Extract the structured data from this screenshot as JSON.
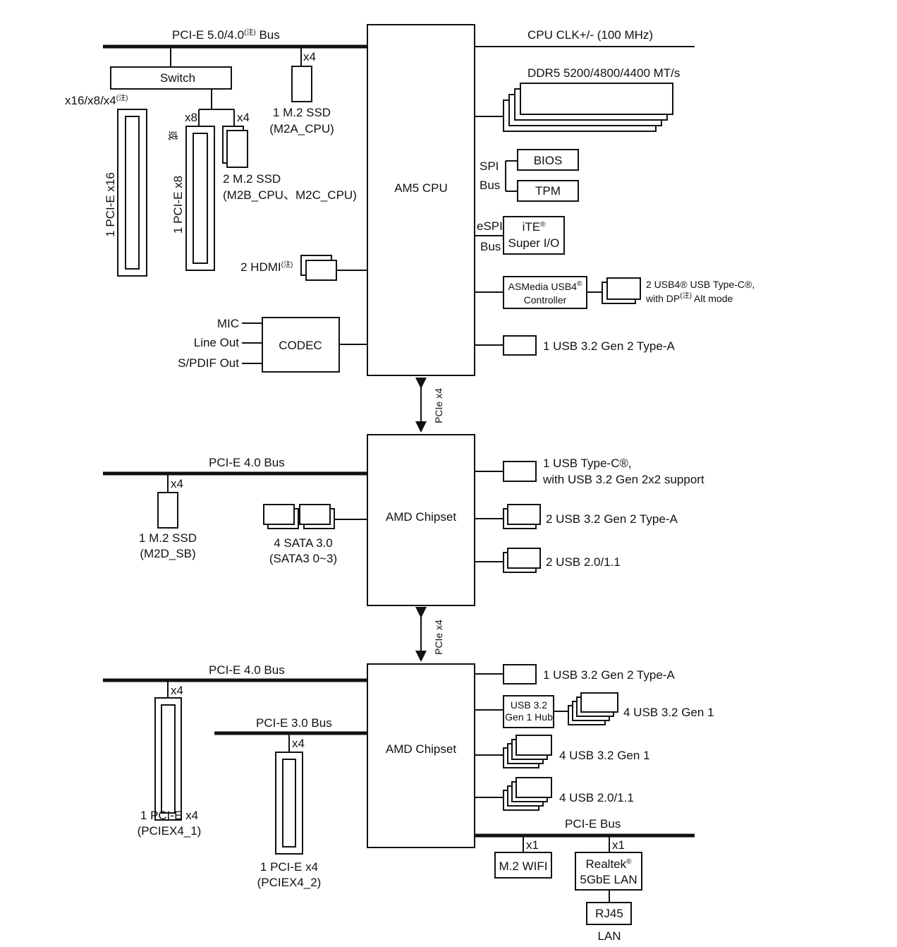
{
  "top": {
    "bus_label": "PCI-E 5.0/4.0",
    "bus_note": "(注)",
    "bus_suffix": " Bus",
    "cpu_clk": "CPU CLK+/- (100 MHz)",
    "ddr5": "DDR5 5200/4800/4400 MT/s",
    "switch": "Switch",
    "x16_label": "x16/x8/x4",
    "x16_note": "(注)",
    "x8": "x8",
    "x4_a": "x4",
    "x4_b": "x4",
    "or_label": "或",
    "pcie_x16": "1 PCI-E x16",
    "pcie_x8": "1 PCI-E x8",
    "m2a_line1": "1 M.2 SSD",
    "m2a_line2": "(M2A_CPU)",
    "m2bc_line1": "2 M.2 SSD",
    "m2bc_line2": "(M2B_CPU、M2C_CPU)",
    "hdmi": "2 HDMI",
    "hdmi_note": "(注)",
    "mic": "MIC",
    "line_out": "Line Out",
    "spdif": "S/PDIF Out",
    "codec": "CODEC",
    "cpu": "AM5 CPU",
    "spi": "SPI",
    "spi_bus": "Bus",
    "bios": "BIOS",
    "tpm": "TPM",
    "espi": "eSPI",
    "espi_bus": "Bus",
    "ite_line1": "iTE",
    "ite_reg": "®",
    "ite_line2": "Super I/O",
    "asm_line1": "ASMedia USB4",
    "asm_reg": "®",
    "asm_line2": "Controller",
    "usb4_line1": "2 USB4® USB Type-C®,",
    "usb4_line2a": "with DP",
    "usb4_note": "(注)",
    "usb4_line2b": " Alt mode",
    "usb32_a": "1 USB 3.2 Gen 2 Type-A"
  },
  "link1": "PCIe x4",
  "mid": {
    "bus": "PCI-E 4.0 Bus",
    "x4": "x4",
    "m2d_line1": "1 M.2 SSD",
    "m2d_line2": "(M2D_SB)",
    "sata_line1": "4 SATA 3.0",
    "sata_line2": "(SATA3 0~3)",
    "chipset": "AMD Chipset",
    "typec_line1": "1 USB Type-C®,",
    "typec_line2": "with USB 3.2 Gen 2x2 support",
    "usb32g2": "2 USB 3.2 Gen 2 Type-A",
    "usb20": "2 USB 2.0/1.1"
  },
  "link2": "PCIe x4",
  "bot": {
    "bus": "PCI-E 4.0 Bus",
    "bus30": "PCI-E 3.0 Bus",
    "x4_a": "x4",
    "x4_b": "x4",
    "pcie1_line1": "1 PCI-E x4",
    "pcie1_line2": "(PCIEX4_1)",
    "pcie2_line1": "1 PCI-E x4",
    "pcie2_line2": "(PCIEX4_2)",
    "chipset": "AMD Chipset",
    "usb32g2a": "1 USB 3.2 Gen 2 Type-A",
    "hub_line1": "USB 3.2",
    "hub_line2": "Gen 1 Hub",
    "hub_ports": "4 USB 3.2 Gen 1",
    "usb32g1": "4 USB 3.2 Gen 1",
    "usb20": "4 USB 2.0/1.1",
    "pcie_bus": "PCI-E Bus",
    "x1_a": "x1",
    "x1_b": "x1",
    "wifi": "M.2 WIFI",
    "lan_line1": "Realtek",
    "lan_reg": "®",
    "lan_line2": "5GbE LAN",
    "rj45": "RJ45",
    "lan": "LAN"
  }
}
